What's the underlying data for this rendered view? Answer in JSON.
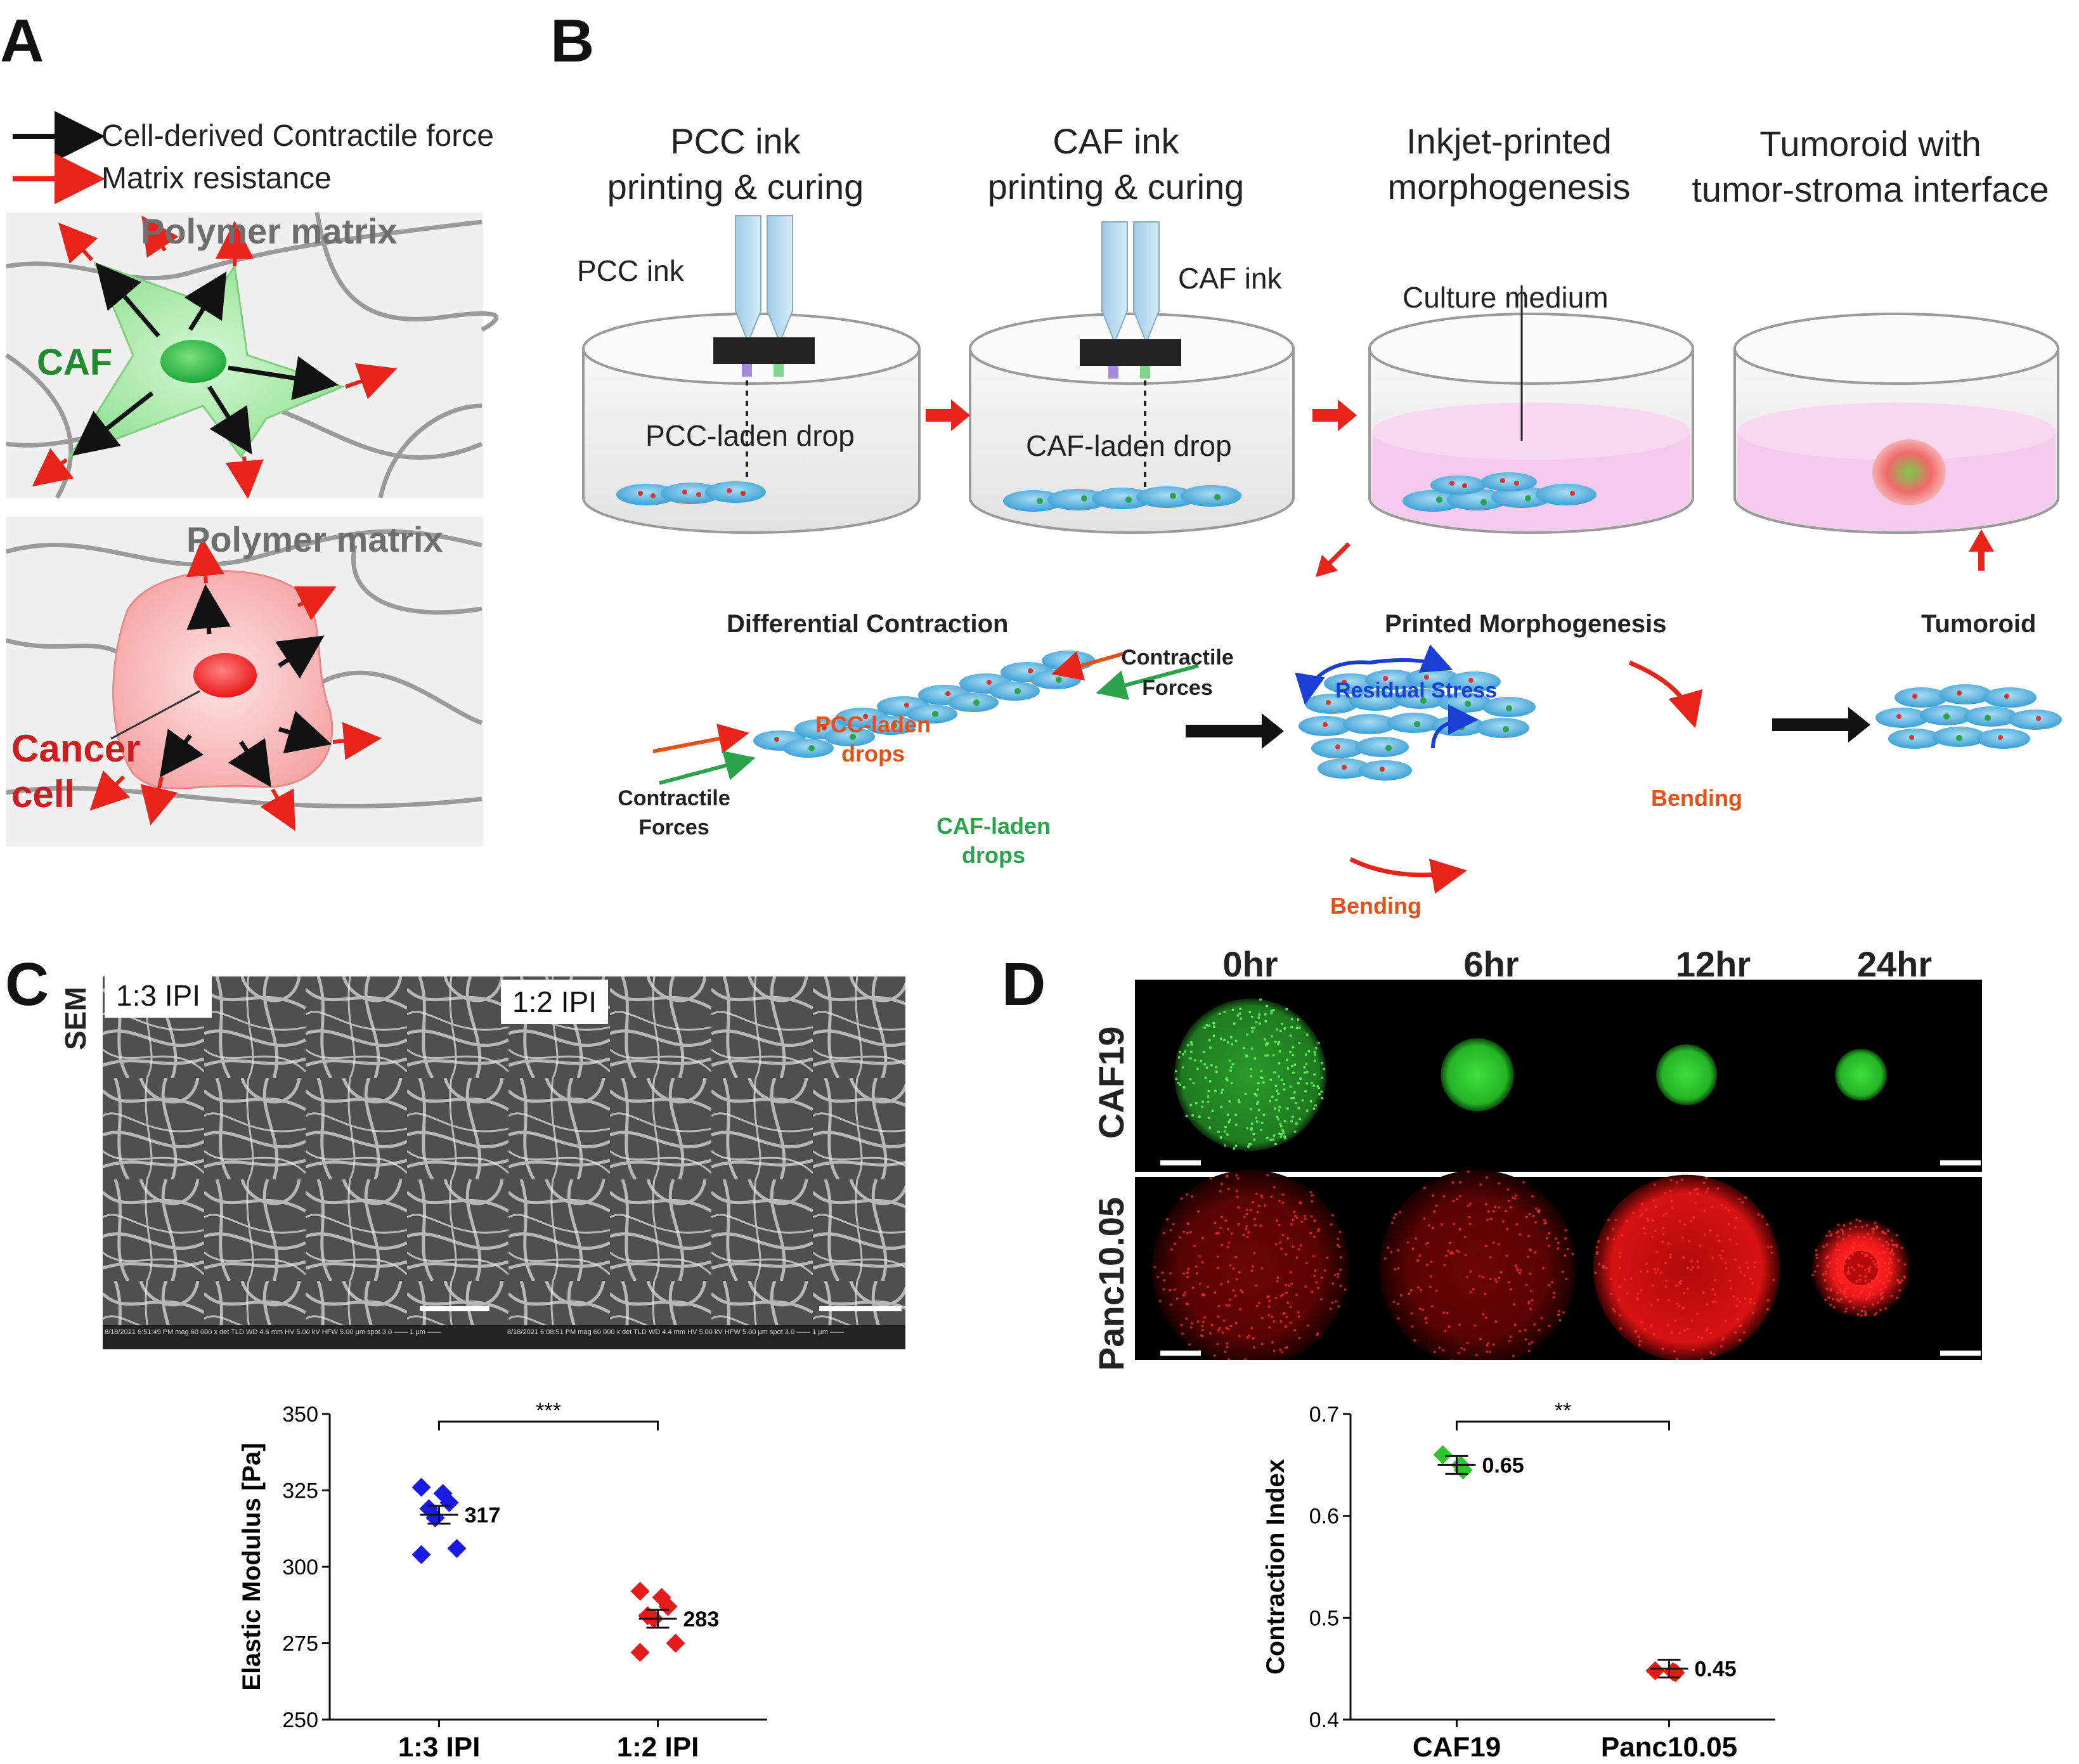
{
  "panels": {
    "a": "A",
    "b": "B",
    "c": "C",
    "d": "D"
  },
  "panelA": {
    "legend": {
      "black": "Cell-derived Contractile force",
      "red": "Matrix resistance"
    },
    "caf": {
      "matrix": "Polymer matrix",
      "cell": "CAF"
    },
    "cancer": {
      "matrix": "Polymer matrix",
      "cell1": "Cancer",
      "cell2": "cell"
    }
  },
  "panelB": {
    "steps": [
      {
        "l1": "PCC ink",
        "l2": "printing & curing"
      },
      {
        "l1": "CAF ink",
        "l2": "printing & curing"
      },
      {
        "l1": "Inkjet-printed",
        "l2": "morphogenesis"
      },
      {
        "l1": "Tumoroid with",
        "l2": "tumor-stroma interface"
      }
    ],
    "labels": {
      "pcc_ink": "PCC ink",
      "caf_ink": "CAF ink",
      "pcc_drop": "PCC-laden drop",
      "caf_drop": "CAF-laden drop",
      "culture": "Culture medium"
    },
    "lower": {
      "diff": "Differential Contraction",
      "printed": "Printed Morphogenesis",
      "tumoroid": "Tumoroid",
      "cf1a": "Contractile",
      "cf1b": "Forces",
      "cf2a": "Contractile",
      "cf2b": "Forces",
      "pcc1": "PCC-laden",
      "pcc2": "drops",
      "caf1": "CAF-laden",
      "caf2": "drops",
      "residual": "Residual Stress",
      "bending1": "Bending",
      "bending2": "Bending"
    },
    "colors": {
      "red_arrow": "#e8231a",
      "green": "#2aa34a",
      "blue": "#1a3fd4",
      "orange": "#e8501a"
    }
  },
  "panelC": {
    "sem": "SEM",
    "labels": [
      "1:3 IPI",
      "1:2 IPI"
    ],
    "infobar": [
      "8/18/2021 6:51:49 PM   mag 60 000 x   det TLD   WD 4.6 mm   HV 5.00 kV   HFW 5.00 µm   spot 3.0   —— 1 µm ——",
      "8/18/2021 6:08:51 PM   mag 60 000 x   det TLD   WD 4.4 mm   HV 5.00 kV   HFW 5.00 µm   spot 3.0   —— 1 µm ——"
    ]
  },
  "panelD": {
    "times": [
      "0hr",
      "6hr",
      "12hr",
      "24hr"
    ],
    "rows": [
      "CAF19",
      "Panc10.05"
    ],
    "sizes": [
      1,
      0.48,
      0.4,
      0.34
    ],
    "panc_sizes": [
      1,
      1,
      0.95,
      0.5
    ]
  },
  "chart_data": [
    {
      "type": "scatter",
      "xlabel": "",
      "ylabel": "Elastic Modulus [Pa]",
      "categories": [
        "1:3 IPI",
        "1:2 IPI"
      ],
      "ylim": [
        250,
        350
      ],
      "yticks": [
        "250",
        "275",
        "300",
        "325",
        "350"
      ],
      "series": [
        {
          "category": "1:3 IPI",
          "points": [
            326,
            324,
            321,
            319,
            316,
            306,
            304
          ],
          "mean": 317,
          "label": "317",
          "color": "#1a1ae6"
        },
        {
          "category": "1:2 IPI",
          "points": [
            292,
            290,
            287,
            284,
            283,
            275,
            272
          ],
          "mean": 283,
          "label": "283",
          "color": "#e61a1a"
        }
      ],
      "significance": "***"
    },
    {
      "type": "scatter",
      "xlabel": "",
      "ylabel": "Contraction Index",
      "categories": [
        "CAF19",
        "Panc10.05"
      ],
      "ylim": [
        0.4,
        0.7
      ],
      "yticks": [
        "0.4",
        "0.5",
        "0.6",
        "0.7"
      ],
      "series": [
        {
          "category": "CAF19",
          "points": [
            0.66,
            0.65,
            0.645
          ],
          "mean": 0.65,
          "label": "0.65",
          "color": "#2ec42e"
        },
        {
          "category": "Panc10.05",
          "points": [
            0.448,
            0.447,
            0.446
          ],
          "mean": 0.45,
          "label": "0.45",
          "color": "#e61a1a"
        }
      ],
      "significance": "**"
    }
  ]
}
